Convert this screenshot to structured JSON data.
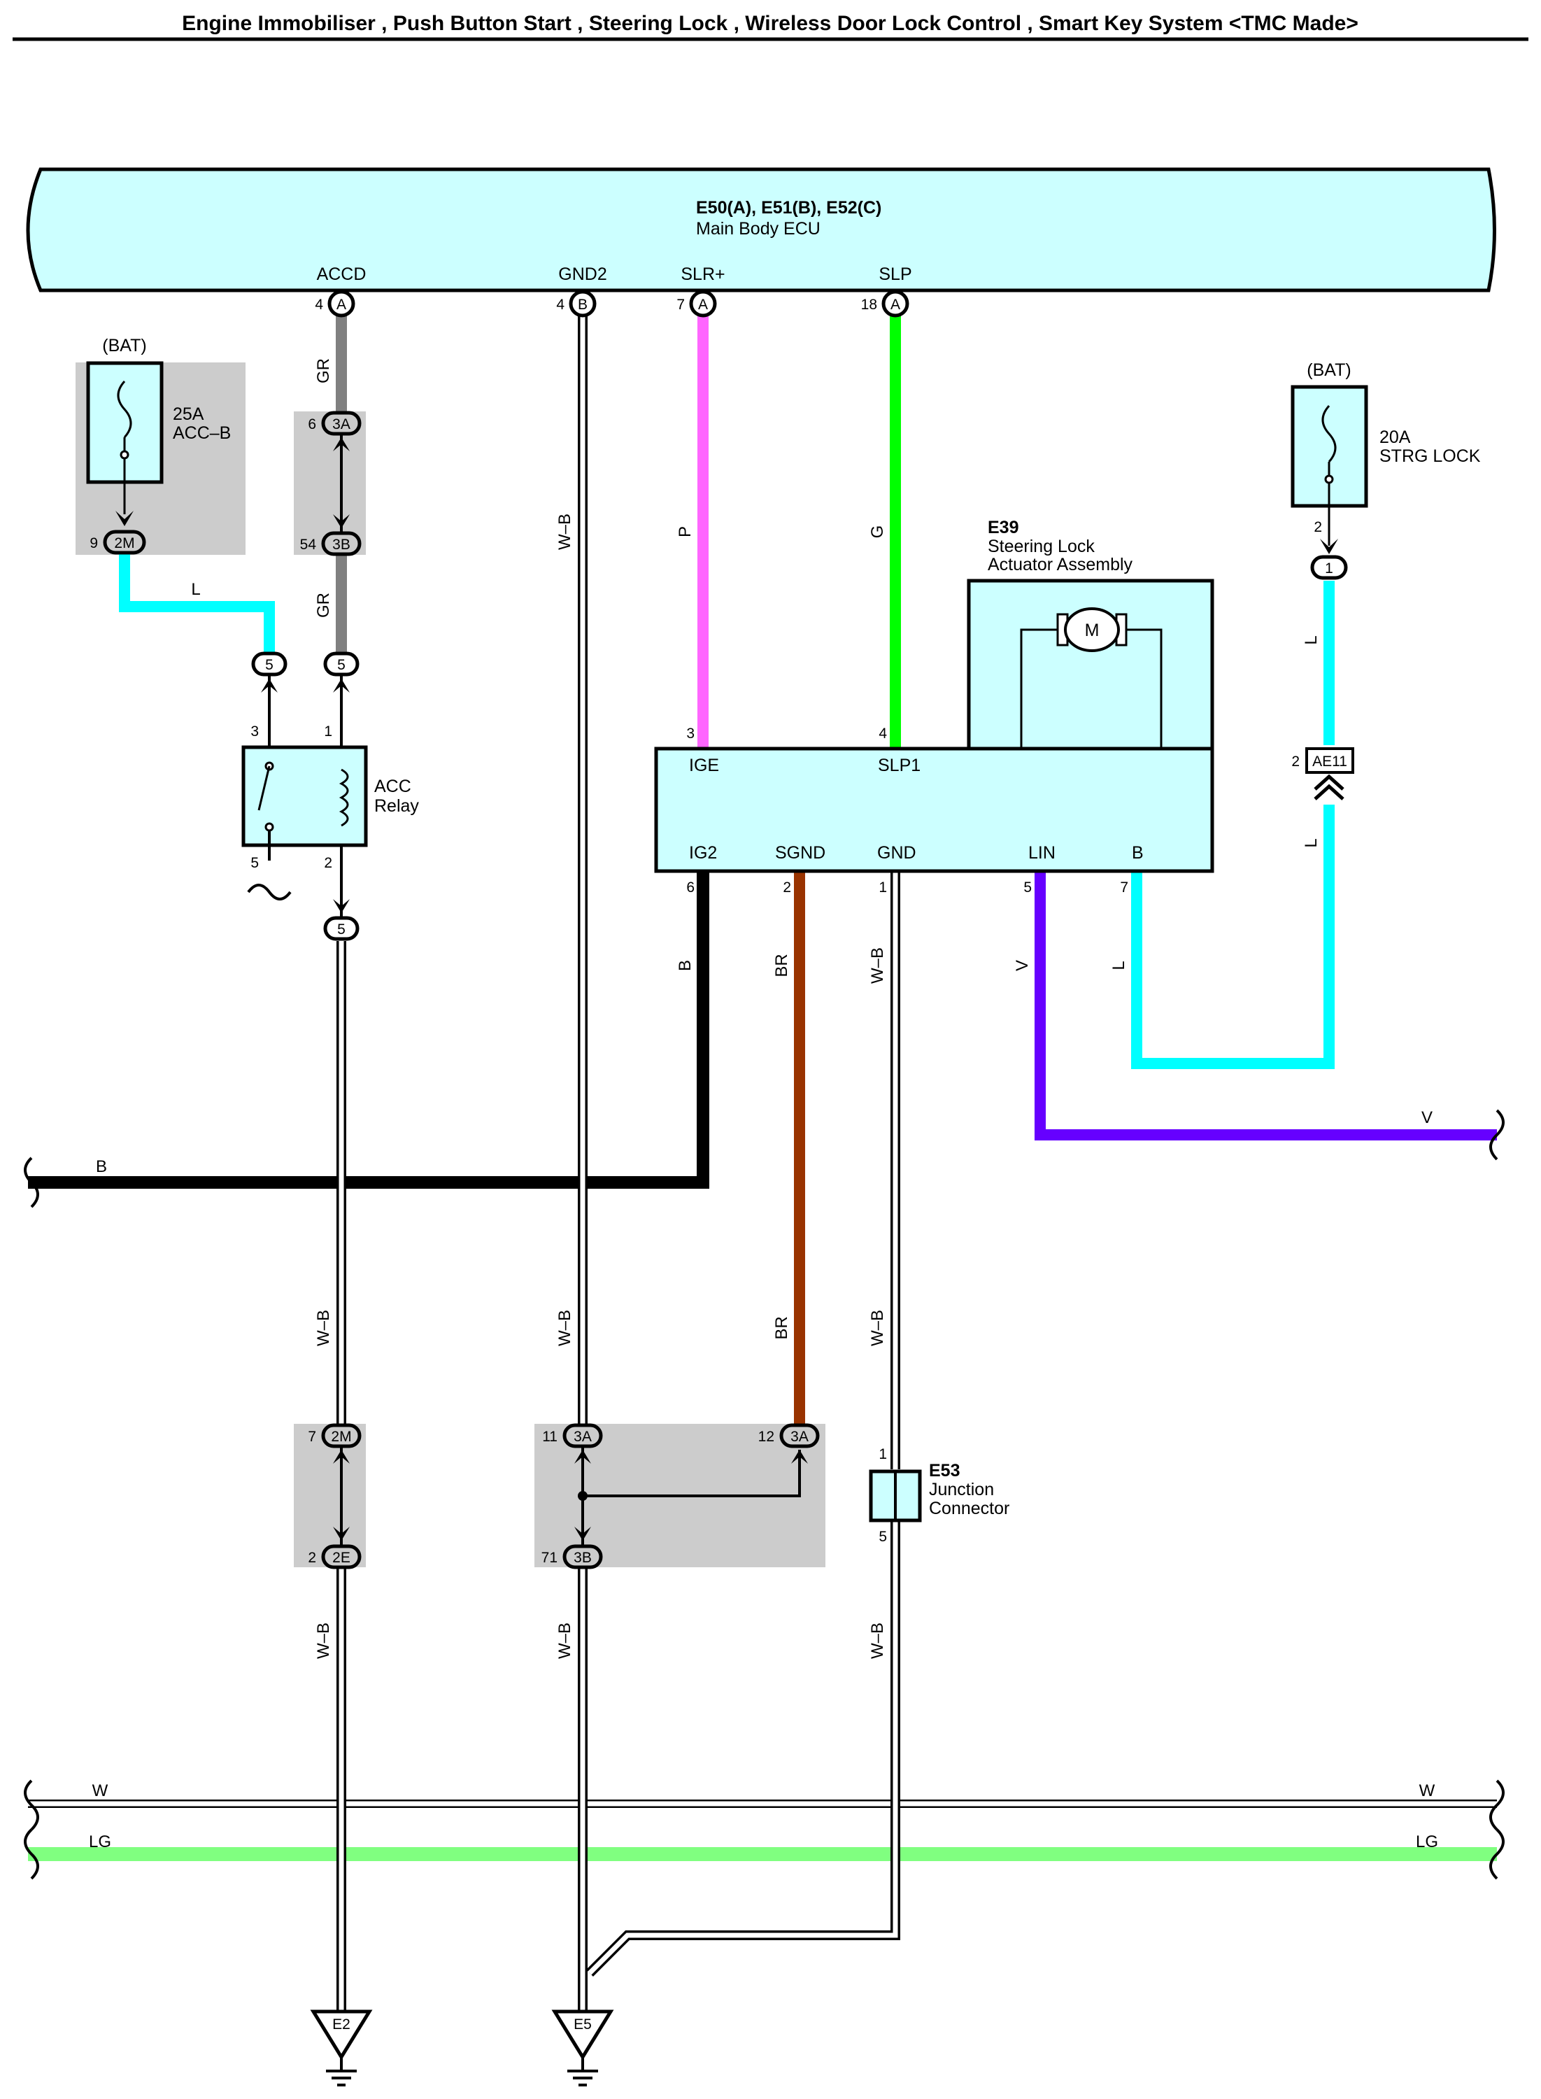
{
  "title": "Engine Immobiliser , Push Button Start , Steering Lock , Wireless Door Lock Control , Smart Key System <TMC Made>",
  "ecu": {
    "id": "E50(A), E51(B), E52(C)",
    "name": "Main Body ECU",
    "terms": [
      "ACCD",
      "GND2",
      "SLR+",
      "SLP"
    ],
    "pins": [
      "4",
      "4",
      "7",
      "18"
    ],
    "conn": [
      "A",
      "B",
      "A",
      "A"
    ]
  },
  "fuse1": {
    "src": "(BAT)",
    "amp": "25A",
    "name": "ACC–B",
    "pin": "9",
    "conn": "2M"
  },
  "fuse2": {
    "src": "(BAT)",
    "amp": "20A",
    "name": "STRG LOCK",
    "pin": "2",
    "conn": "1"
  },
  "acc_relay": {
    "line1": "ACC",
    "line2": "Relay",
    "pins": [
      "3",
      "1",
      "5",
      "2"
    ],
    "conn_top": [
      "5",
      "5"
    ],
    "conn_bot": "5"
  },
  "steering": {
    "id": "E39",
    "line1": "Steering Lock",
    "line2": "Actuator Assembly",
    "motor": "M",
    "terms": [
      "IGE",
      "SLP1",
      "IG2",
      "SGND",
      "GND",
      "LIN",
      "B"
    ],
    "pins": [
      "3",
      "4",
      "6",
      "2",
      "1",
      "5",
      "7"
    ]
  },
  "jb": {
    "c1": "3A",
    "c1pin": "6",
    "c2": "3B",
    "c2pin": "54",
    "c3": "2M",
    "c3pin": "7",
    "c4": "2E",
    "c4pin": "2",
    "c5": "3A",
    "c5pin": "11",
    "c6": "3A",
    "c6pin": "12",
    "c7": "3B",
    "c7pin": "71"
  },
  "ae11": {
    "name": "AE11",
    "pin": "2"
  },
  "e53": {
    "id": "E53",
    "line1": "Junction",
    "line2": "Connector",
    "pin1": "1",
    "pin2": "5"
  },
  "grounds": [
    "E2",
    "E5"
  ],
  "wire_labels": {
    "gr": "GR",
    "wb": "W–B",
    "p": "P",
    "g": "G",
    "l": "L",
    "b": "B",
    "br": "BR",
    "v": "V",
    "w": "W",
    "lg": "LG"
  },
  "colors": {
    "ecu_fill": "#ccffff",
    "box_fill": "#cccccc",
    "cyan": "#00ffff",
    "pink": "#ff66ff",
    "green": "#00ff00",
    "brown": "#993300",
    "violet": "#6600ff",
    "light_green": "#80ff80",
    "gray": "#808080"
  }
}
